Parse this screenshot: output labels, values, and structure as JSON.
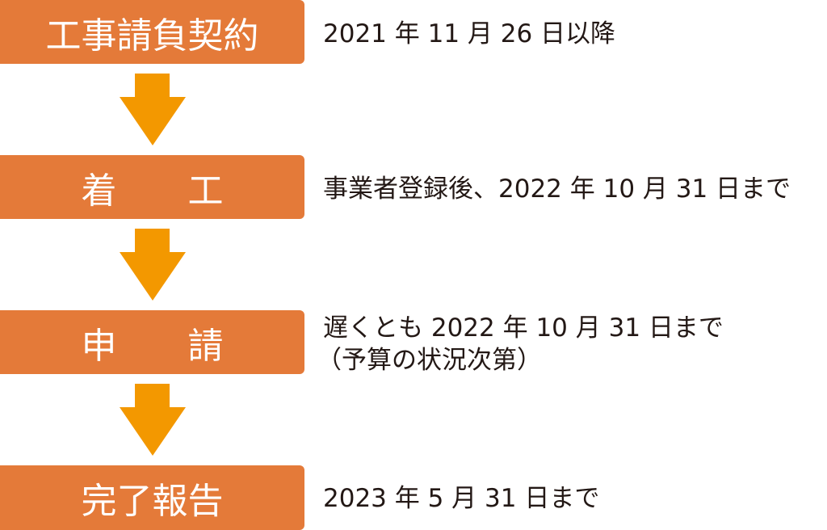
{
  "colors": {
    "box": "#E47A39",
    "arrow": "#F39800",
    "text": "#231815"
  },
  "steps": [
    {
      "label": "工事請負契約",
      "description": "2021 年 11 月 26 日以降"
    },
    {
      "label": "着　　工",
      "description": "事業者登録後、2022 年 10 月 31 日まで"
    },
    {
      "label": "申　　請",
      "description": "遅くとも 2022 年 10 月 31 日まで",
      "note": "（予算の状況次第）"
    },
    {
      "label": "完了報告",
      "description": "2023 年 5 月 31 日まで"
    }
  ]
}
